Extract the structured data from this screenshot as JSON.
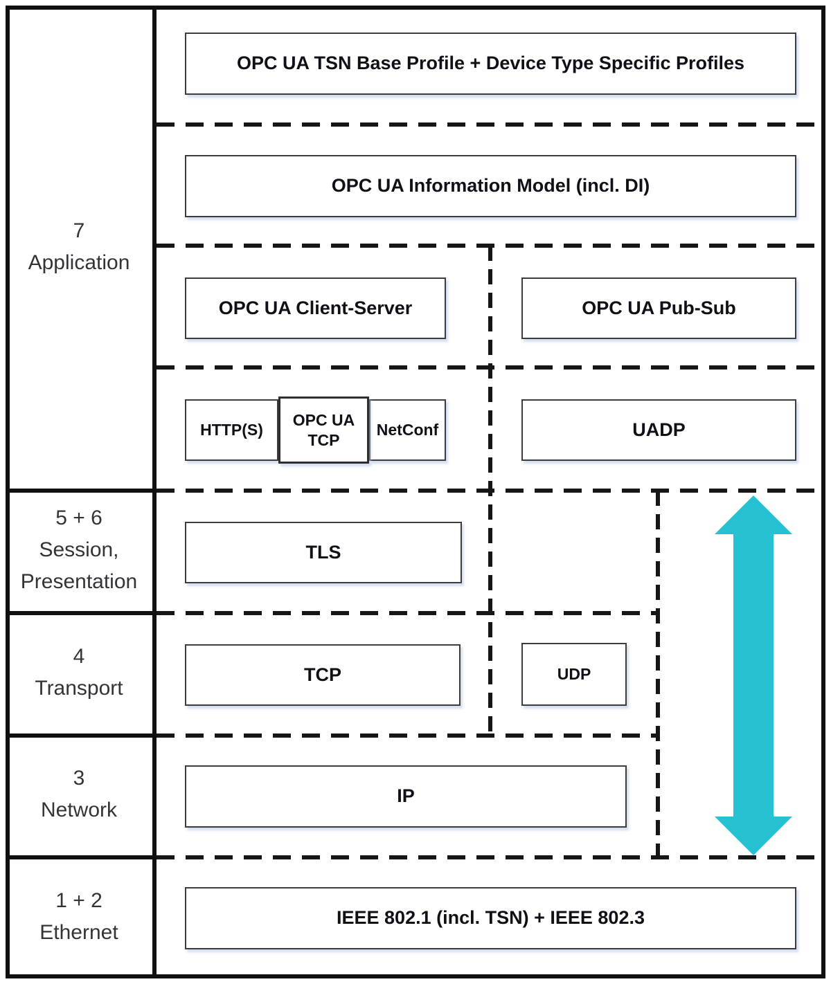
{
  "title": "OPC UA TSN protocol stack diagram",
  "layers": [
    {
      "id": "layer-7",
      "lines": [
        "7",
        "Application"
      ]
    },
    {
      "id": "layer-56",
      "lines": [
        "5 + 6",
        "Session,",
        "Presentation"
      ]
    },
    {
      "id": "layer-4",
      "lines": [
        "4",
        "Transport"
      ]
    },
    {
      "id": "layer-3",
      "lines": [
        "3",
        "Network"
      ]
    },
    {
      "id": "layer-12",
      "lines": [
        "1 + 2",
        "Ethernet"
      ]
    }
  ],
  "boxes": {
    "tsn_profile": "OPC UA TSN Base Profile + Device Type Specific Profiles",
    "info_model": "OPC UA Information Model (incl. DI)",
    "client_server": "OPC UA Client-Server",
    "pub_sub": "OPC UA Pub-Sub",
    "https": "HTTP(S)",
    "opc_ua_tcp": "OPC UA TCP",
    "netconf": "NetConf",
    "uadp": "UADP",
    "tls": "TLS",
    "tcp": "TCP",
    "udp": "UDP",
    "ip": "IP",
    "ieee": "IEEE 802.1 (incl. TSN) + IEEE 802.3"
  },
  "colors": {
    "arrow": "#26c2d3",
    "line": "#161616",
    "box_border": "#3c3c3c"
  }
}
